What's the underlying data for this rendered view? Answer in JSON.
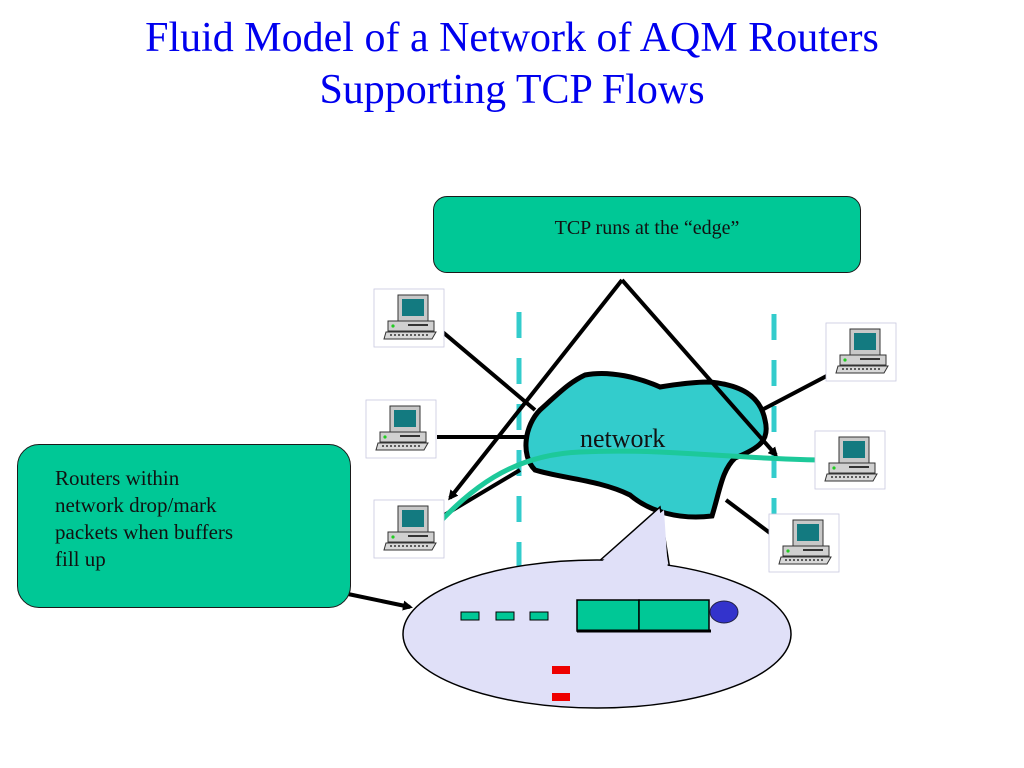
{
  "slide": {
    "title_line1": "Fluid Model of a Network of AQM Routers",
    "title_line2": "Supporting TCP Flows"
  },
  "callouts": {
    "tcp_edge": "TCP runs  at the “edge”",
    "routers_lines": [
      "Routers within",
      "network drop/mark",
      "packets when buffers",
      "fill up"
    ]
  },
  "network": {
    "label": "network"
  },
  "hosts": {
    "left": [
      "host-top-left",
      "host-middle-left",
      "host-bottom-left"
    ],
    "right": [
      "host-top-right",
      "host-middle-right",
      "host-bottom-right"
    ]
  },
  "router_queue": {
    "incoming_packets": 3,
    "queued_packets": 2,
    "dropped_packets": 2
  },
  "colors": {
    "title": "#0000ee",
    "callout_fill": "#00c896",
    "cloud_fill": "#33cccc",
    "flow_line": "#1dc99a",
    "edge_dash": "#33cccc",
    "bubble_fill": "#e0e0f8",
    "drop_packet": "#ee0000",
    "server": "#3333cc"
  }
}
